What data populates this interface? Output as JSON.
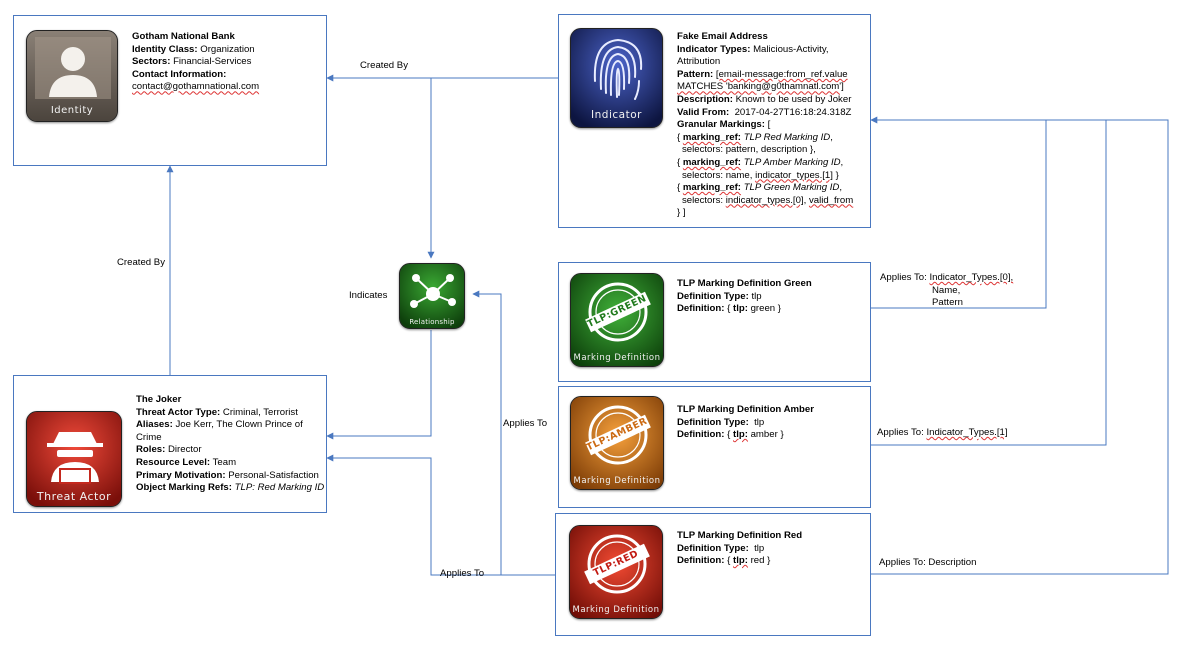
{
  "colors": {
    "connector": "#4a78c0",
    "identity_tile": "#6b625a",
    "indicator_tile": "#1a2a6a",
    "threat_actor_tile": "#b8241c",
    "relationship_tile": "#1d6e1a",
    "marking_green": "#1f7a1c",
    "marking_amber": "#cc6a12",
    "marking_red": "#c21a12"
  },
  "identity": {
    "caption": "Identity",
    "name": "Gotham National Bank",
    "class_label": "Identity Class:",
    "class_value": "Organization",
    "sectors_label": "Sectors:",
    "sectors_value": "Financial-Services",
    "contact_label": "Contact Information:",
    "contact_value": "contact@gothamnational.com"
  },
  "indicator": {
    "caption": "Indicator",
    "name": "Fake Email Address",
    "types_label": "Indicator Types:",
    "types_value_1": "Malicious-Activity,",
    "types_value_2": "Attribution",
    "pattern_label": "Pattern:",
    "pattern_value_1": "[email-message:from_ref.value",
    "pattern_value_2": "MATCHES 'banking@g0thamnatl.com']",
    "description_label": "Description:",
    "description_value": "Known to be used by Joker",
    "valid_from_label": "Valid From:",
    "valid_from_value": "2017-04-27T16:18:24.318Z",
    "granular_label": "Granular Markings:",
    "granular_open": "[",
    "gm_open": "{",
    "gm_ref_label": "marking_ref:",
    "gm1_ref": "TLP Red Marking ID",
    "gm1_comma": ",",
    "gm1_selectors": "selectors: pattern, description },",
    "gm2_ref": "TLP Amber Marking ID",
    "gm2_comma": ",",
    "gm2_selectors_prefix": "selectors: name,",
    "gm2_selectors_link": "indicator_types.[1]",
    "gm2_selectors_suffix": "}",
    "gm3_ref": "TLP Green Marking ID",
    "gm3_comma": ",",
    "gm3_selectors_prefix": "selectors:",
    "gm3_selectors_link1": "indicator_types.[0]",
    "gm3_selectors_mid": ",",
    "gm3_selectors_link2": "valid_from",
    "granular_close": "} ]"
  },
  "threat_actor": {
    "caption": "Threat Actor",
    "name": "The Joker",
    "type_label": "Threat Actor Type:",
    "type_value": "Criminal, Terrorist",
    "aliases_label": "Aliases:",
    "aliases_value_1": "Joe Kerr, The Clown Prince of",
    "aliases_value_2": "Crime",
    "roles_label": "Roles:",
    "roles_value": "Director",
    "resource_label": "Resource Level:",
    "resource_value": "Team",
    "motivation_label": "Primary Motivation:",
    "motivation_value": "Personal-Satisfaction",
    "omr_label": "Object Marking Refs:",
    "omr_value": "TLP: Red Marking ID"
  },
  "relationship": {
    "caption": "Relationship"
  },
  "marking_green": {
    "stamp": "TLP:GREEN",
    "caption": "Marking Definition",
    "name": "TLP Marking Definition Green",
    "type_label": "Definition Type:",
    "type_value": "tlp",
    "def_label": "Definition:",
    "def_open": "{",
    "def_key": "tlp:",
    "def_value": "green }"
  },
  "marking_amber": {
    "stamp": "TLP:AMBER",
    "caption": "Marking Definition",
    "name": "TLP Marking Definition Amber",
    "type_label": "Definition Type:",
    "type_value": "tlp",
    "def_label": "Definition:",
    "def_open": "{",
    "def_key": "tlp:",
    "def_value": "amber }"
  },
  "marking_red": {
    "stamp": "TLP:RED",
    "caption": "Marking Definition",
    "name": "TLP Marking Definition Red",
    "type_label": "Definition Type:",
    "type_value": "tlp",
    "def_label": "Definition:",
    "def_open": "{",
    "def_key": "tlp:",
    "def_value": "red }"
  },
  "edges": {
    "created_by_top": "Created By",
    "created_by_left": "Created By",
    "indicates": "Indicates",
    "applies_to_mid": "Applies To",
    "applies_to_bottom": "Applies To",
    "green_applies_prefix": "Applies To:",
    "green_applies_1": "Indicator_Types.[0],",
    "green_applies_2": "Name,",
    "green_applies_3": "Pattern",
    "amber_applies_prefix": "Applies To:",
    "amber_applies_1": "Indicator_Types.[1]",
    "red_applies": "Applies To: Description"
  }
}
